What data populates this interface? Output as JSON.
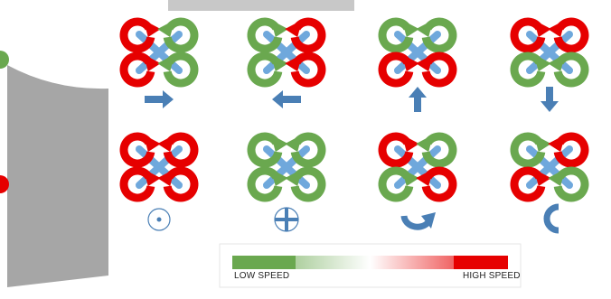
{
  "colors": {
    "low": "#6aa84f",
    "high": "#e60000",
    "frame": "#6fa8dc",
    "arrow": "#4a7fb5",
    "panel": "#a6a6a6",
    "bar_top": "#c8c8c8"
  },
  "legend": {
    "low_label": "LOW SPEED",
    "high_label": "HIGH SPEED"
  },
  "maneuvers": [
    {
      "rotors": [
        "high",
        "low",
        "high",
        "low"
      ],
      "indicator": "arrow-right-icon"
    },
    {
      "rotors": [
        "low",
        "high",
        "low",
        "high"
      ],
      "indicator": "arrow-left-icon"
    },
    {
      "rotors": [
        "low",
        "low",
        "high",
        "high"
      ],
      "indicator": "arrow-up-icon"
    },
    {
      "rotors": [
        "high",
        "high",
        "low",
        "low"
      ],
      "indicator": "arrow-down-icon"
    },
    {
      "rotors": [
        "high",
        "high",
        "high",
        "high"
      ],
      "indicator": "hover-dot-icon"
    },
    {
      "rotors": [
        "low",
        "low",
        "low",
        "low"
      ],
      "indicator": "hover-cross-icon"
    },
    {
      "rotors": [
        "high",
        "low",
        "low",
        "high"
      ],
      "indicator": "rotate-cw-icon"
    },
    {
      "rotors": [
        "low",
        "high",
        "high",
        "low"
      ],
      "indicator": "rotate-ccw-icon"
    }
  ]
}
